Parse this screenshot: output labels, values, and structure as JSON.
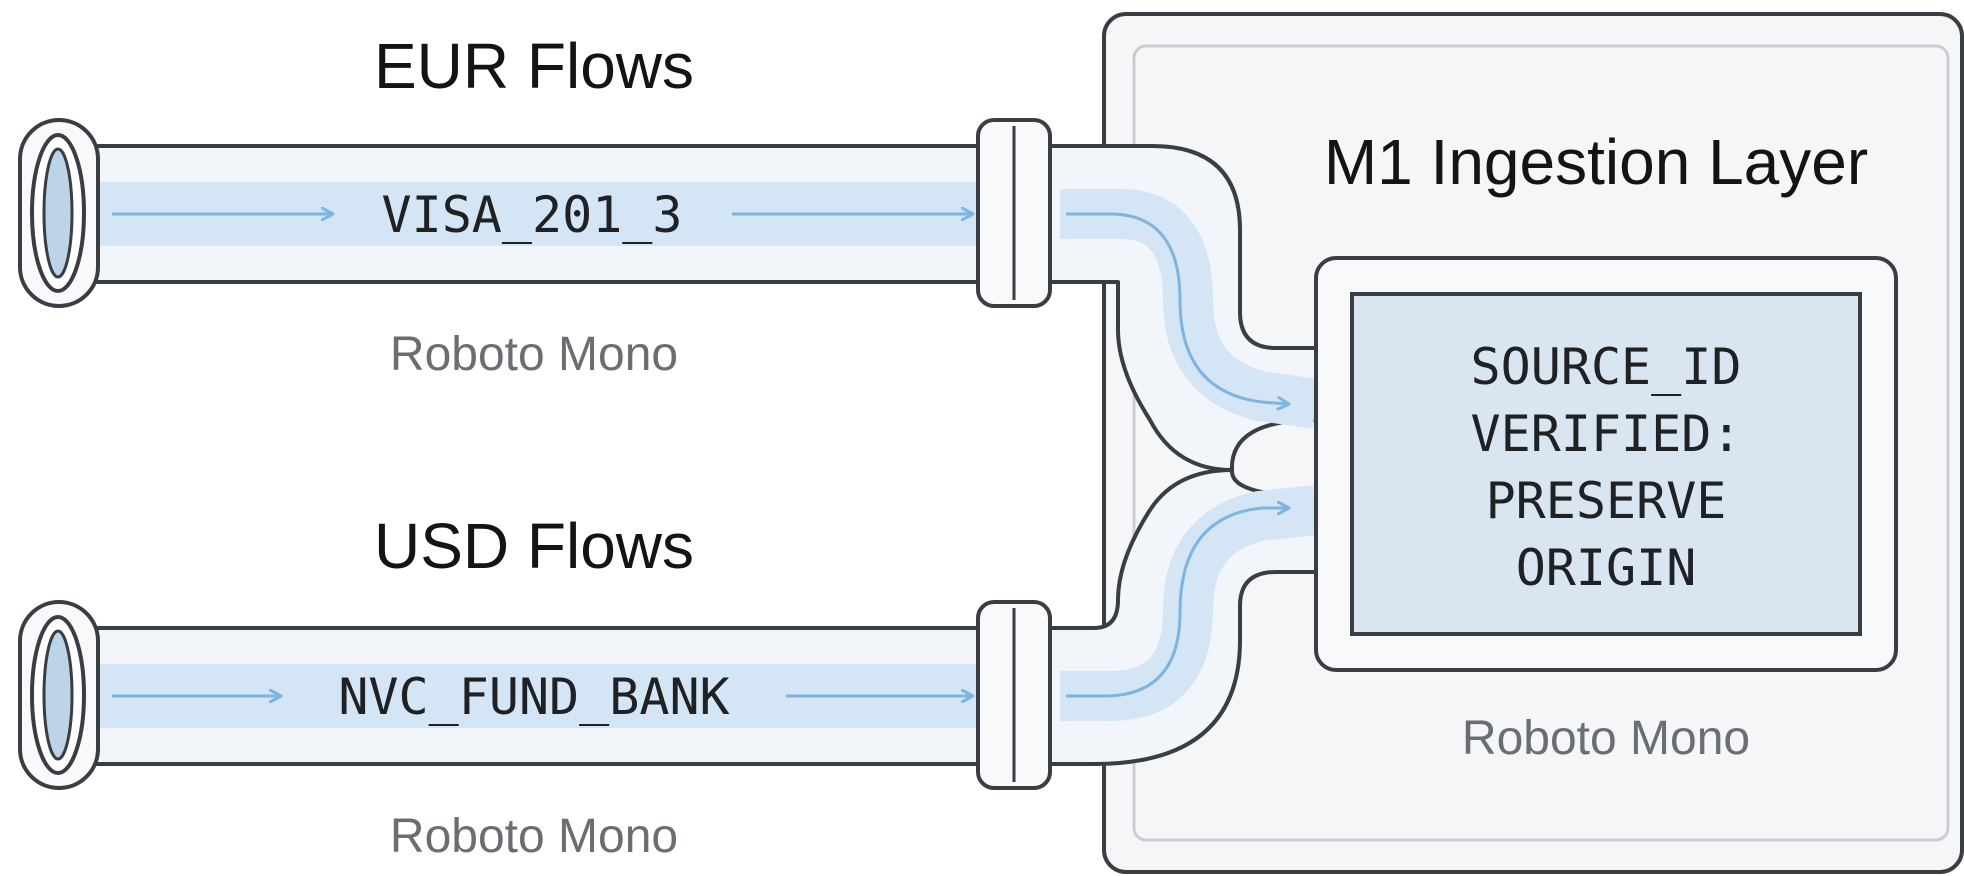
{
  "flows": {
    "eur": {
      "heading": "EUR Flows",
      "pipe_label": "VISA_201_3",
      "caption": "Roboto Mono"
    },
    "usd": {
      "heading": "USD Flows",
      "pipe_label": "NVC_FUND_BANK",
      "caption": "Roboto Mono"
    }
  },
  "ingestion": {
    "title": "M1 Ingestion Layer",
    "verify_lines": [
      "SOURCE_ID",
      "VERIFIED:",
      "PRESERVE",
      "ORIGIN"
    ],
    "caption": "Roboto Mono"
  },
  "colors": {
    "outline": "#3a3d42",
    "pipe_fill": "#f2f6fa",
    "flow_band": "#d4e6f6",
    "arrow": "#7fb3e0",
    "panel_fill": "#f4f6f8",
    "verify_fill": "#d9e6f2"
  }
}
